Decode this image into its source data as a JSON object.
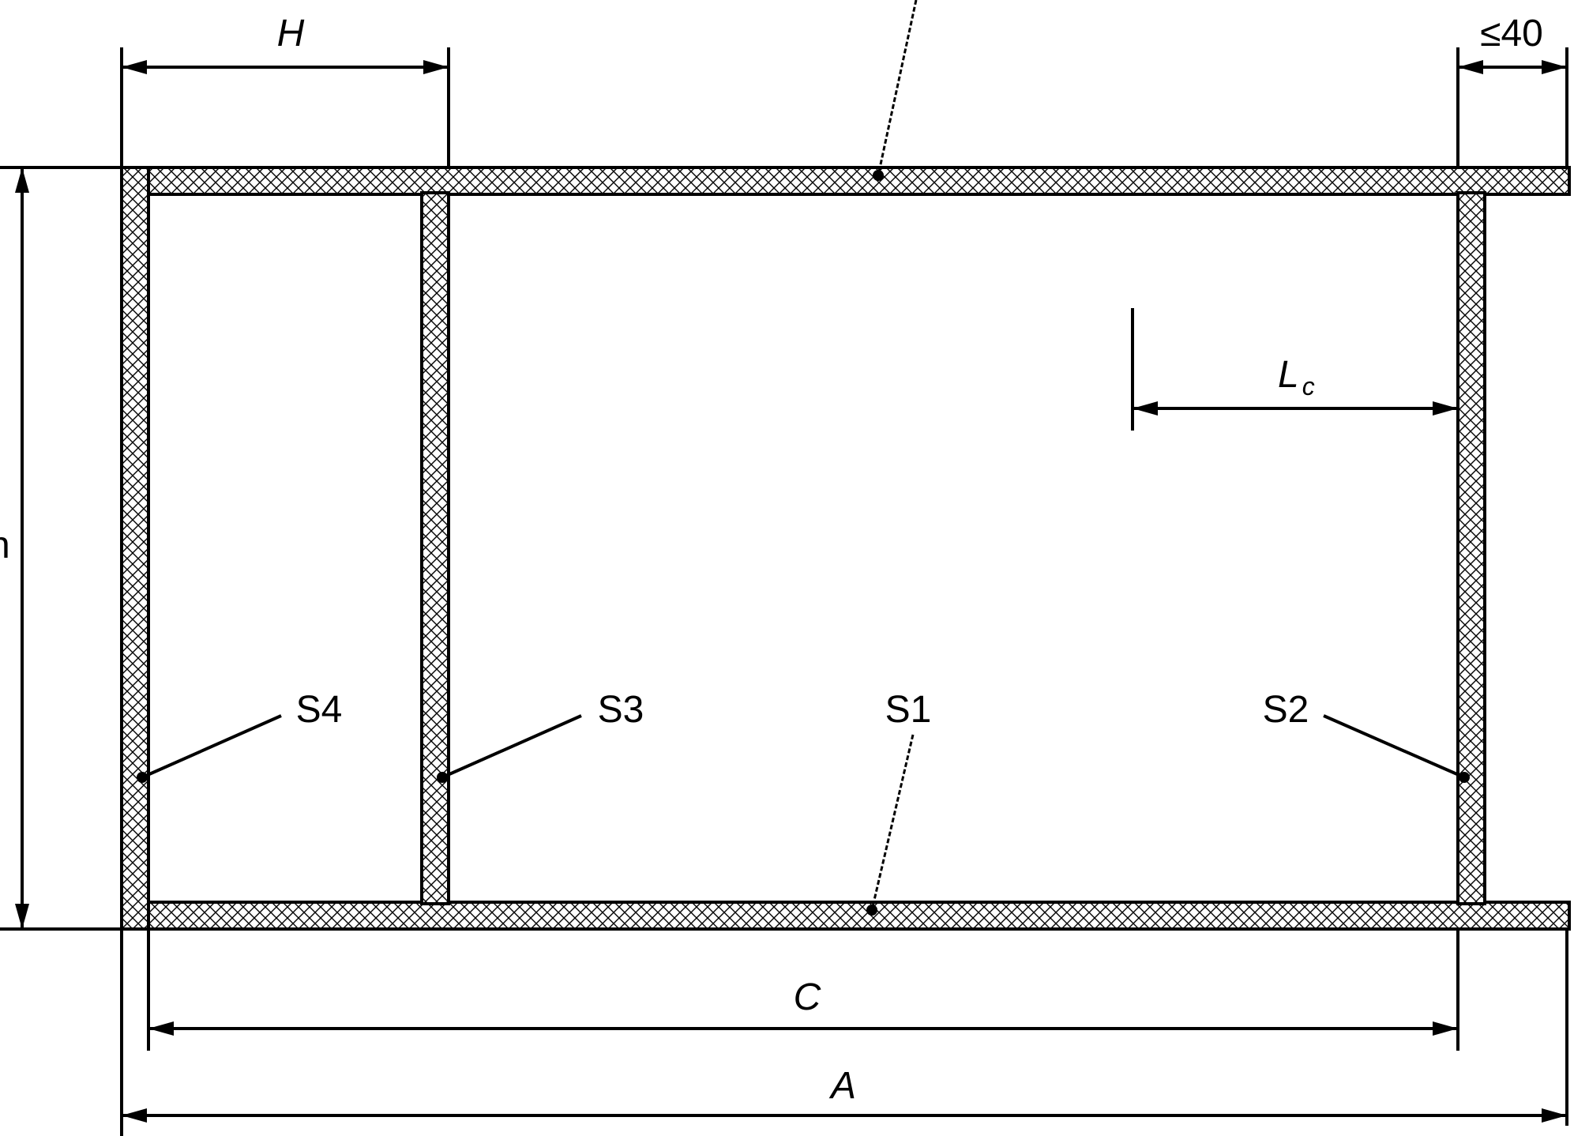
{
  "diagram": {
    "labels": {
      "H": "H",
      "le40": "≤40",
      "Lc_main": "L",
      "Lc_sub": "c",
      "C": "C",
      "A": "A",
      "S1": "S1",
      "S2": "S2",
      "S3": "S3",
      "S4": "S4",
      "left_cut": "h"
    }
  }
}
